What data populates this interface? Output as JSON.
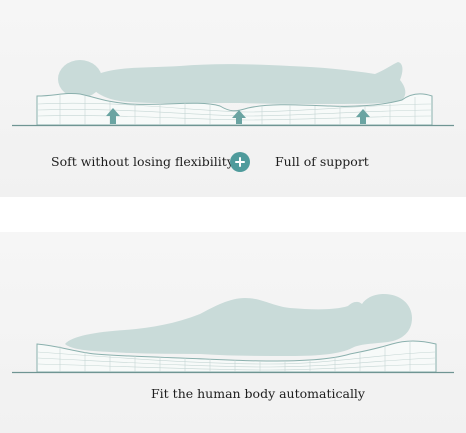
{
  "top_panel": {
    "caption_left": "Soft without losing flexibility",
    "caption_right": "Full of support",
    "plus_icon": "plus-circle-icon"
  },
  "bottom_panel": {
    "caption": "Fit the human body automatically"
  },
  "colors": {
    "panel_background": "#f3f3f3",
    "silhouette": "#c9dbd9",
    "mattress_outline": "#8ab0ad",
    "arrow": "#6aa4a2",
    "plus_badge": "#4f9b9c",
    "floor_line": "#6f9593"
  }
}
